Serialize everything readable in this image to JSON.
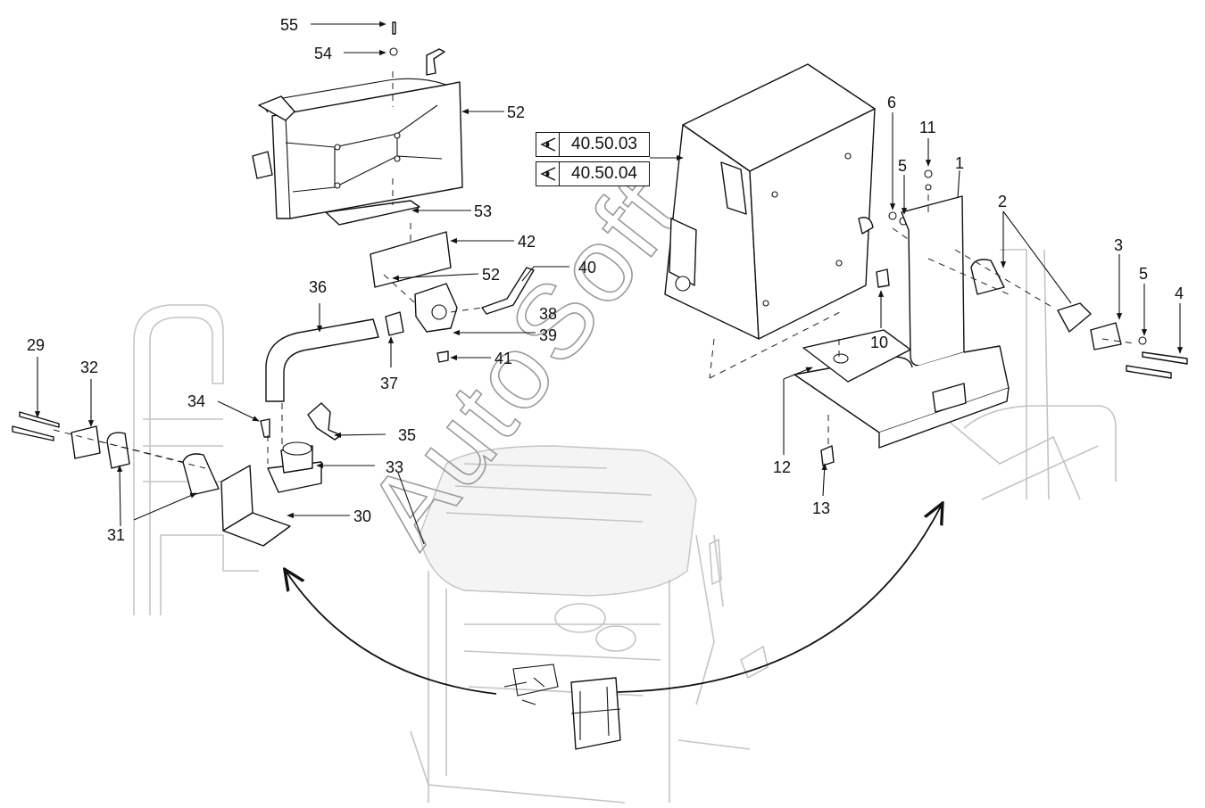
{
  "watermark": "AutoSoft",
  "references": [
    {
      "code": "40.50.03",
      "icon": "eye-view-icon"
    },
    {
      "code": "40.50.04",
      "icon": "eye-view-icon"
    }
  ],
  "callouts": [
    "55",
    "54",
    "52",
    "53",
    "42",
    "52",
    "40",
    "36",
    "38",
    "39",
    "37",
    "41",
    "29",
    "32",
    "34",
    "35",
    "33",
    "30",
    "31",
    "6",
    "11",
    "1",
    "5",
    "2",
    "3",
    "5",
    "4",
    "10",
    "12",
    "13"
  ]
}
